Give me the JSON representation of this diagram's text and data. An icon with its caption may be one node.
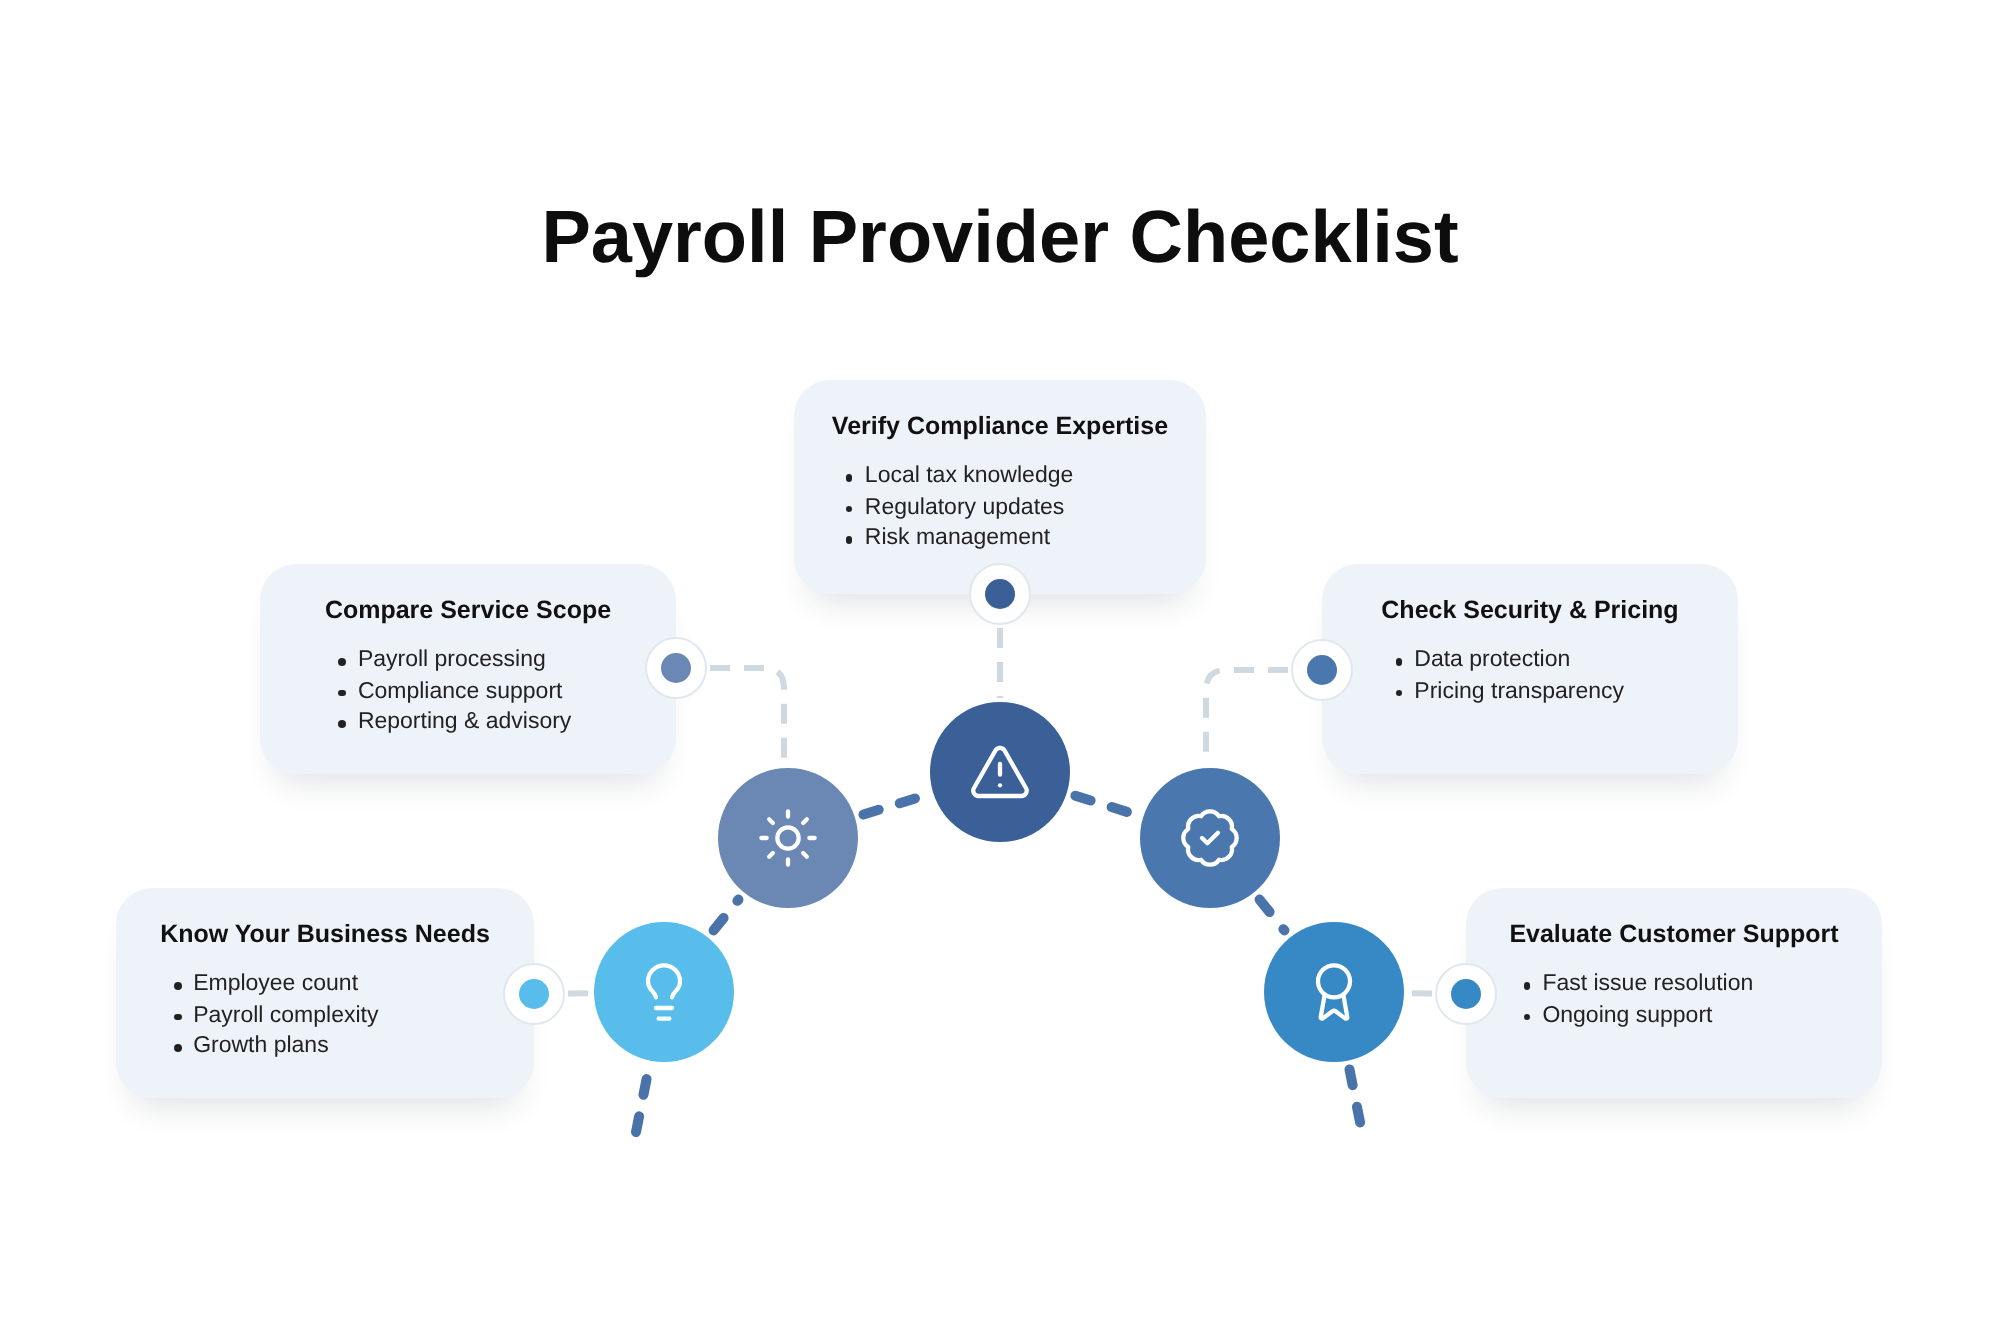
{
  "diagram": {
    "title": "Payroll Provider Checklist",
    "nodes": [
      {
        "text": [
          "Know Your Business Needs",
          "Employee count",
          "Payroll complexity",
          "Growth plans"
        ]
      },
      {
        "text": [
          "Compare Service Scope",
          "Payroll processing",
          "Compliance support",
          "Reporting & advisory"
        ]
      },
      {
        "text": [
          "Verify Compliance Expertise",
          "Local tax knowledge",
          "Regulatory updates",
          "Risk management"
        ]
      },
      {
        "text": [
          "Check Security & Pricing",
          "Data protection",
          "Pricing transparency"
        ]
      },
      {
        "text": [
          "Evaluate Customer Support",
          "Fast issue resolution",
          "Ongoing support"
        ]
      },
      {
        "text": [],
        "shape": "circle"
      },
      {
        "text": [],
        "shape": "circle"
      },
      {
        "text": [],
        "shape": "circle"
      },
      {
        "text": [],
        "shape": "circle"
      },
      {
        "text": [],
        "shape": "circle"
      }
    ],
    "edges": [
      {
        "from": 0,
        "to": 5,
        "arrow": "other",
        "style": "dashed",
        "color": "#cfd9e2"
      },
      {
        "from": 1,
        "to": 6,
        "arrow": "other",
        "style": "dashed",
        "color": "#cfd9e2"
      },
      {
        "from": 2,
        "to": 7,
        "arrow": "other",
        "style": "dashed",
        "color": "#cfd9e2"
      },
      {
        "from": 3,
        "to": 8,
        "arrow": "other",
        "style": "dashed",
        "color": "#cfd9e2"
      },
      {
        "from": 4,
        "to": 9,
        "arrow": "other",
        "style": "dashed",
        "color": "#cfd9e2"
      },
      {
        "from": null,
        "to": 5,
        "arrow": "none",
        "style": "dashed"
      },
      {
        "from": 5,
        "to": 6,
        "arrow": "none",
        "style": "dashed"
      },
      {
        "from": 6,
        "to": 7,
        "arrow": "none",
        "style": "dashed"
      },
      {
        "from": 7,
        "to": 8,
        "arrow": "none",
        "style": "dashed"
      },
      {
        "from": 8,
        "to": 9,
        "arrow": "none",
        "style": "dashed"
      },
      {
        "from": 9,
        "to": null,
        "arrow": "none",
        "style": "dashed"
      }
    ]
  }
}
